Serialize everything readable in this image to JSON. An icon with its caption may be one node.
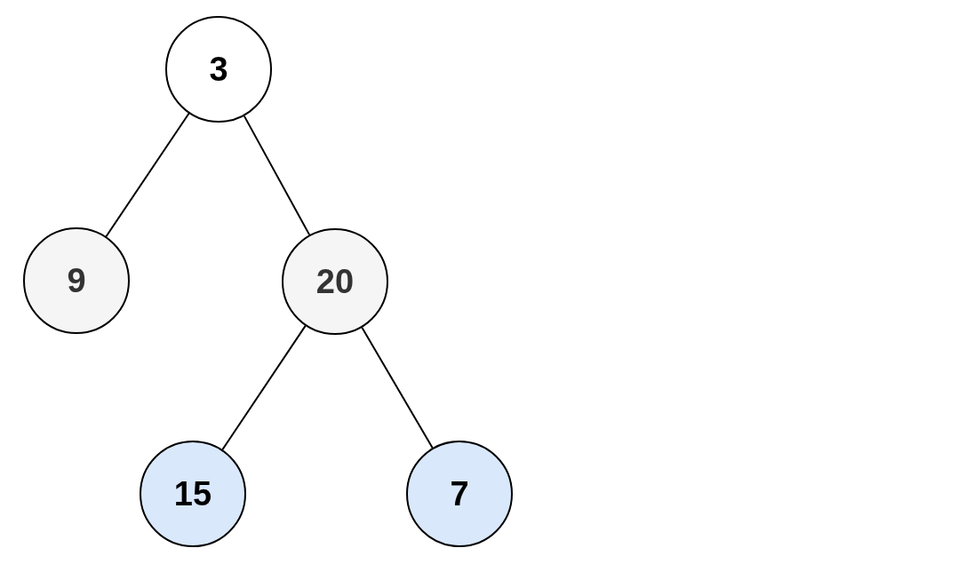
{
  "diagram": {
    "nodes": [
      {
        "text": [
          "3"
        ]
      },
      {
        "text": [
          "9"
        ]
      },
      {
        "text": [
          "20"
        ]
      },
      {
        "text": [
          "15"
        ]
      },
      {
        "text": [
          "7"
        ]
      }
    ],
    "edges": [
      {
        "from": 0,
        "to": 1,
        "arrow": "none"
      },
      {
        "from": 0,
        "to": 2,
        "arrow": "none"
      },
      {
        "from": 2,
        "to": 3,
        "arrow": "none"
      },
      {
        "from": 2,
        "to": 4,
        "arrow": "none"
      }
    ]
  }
}
